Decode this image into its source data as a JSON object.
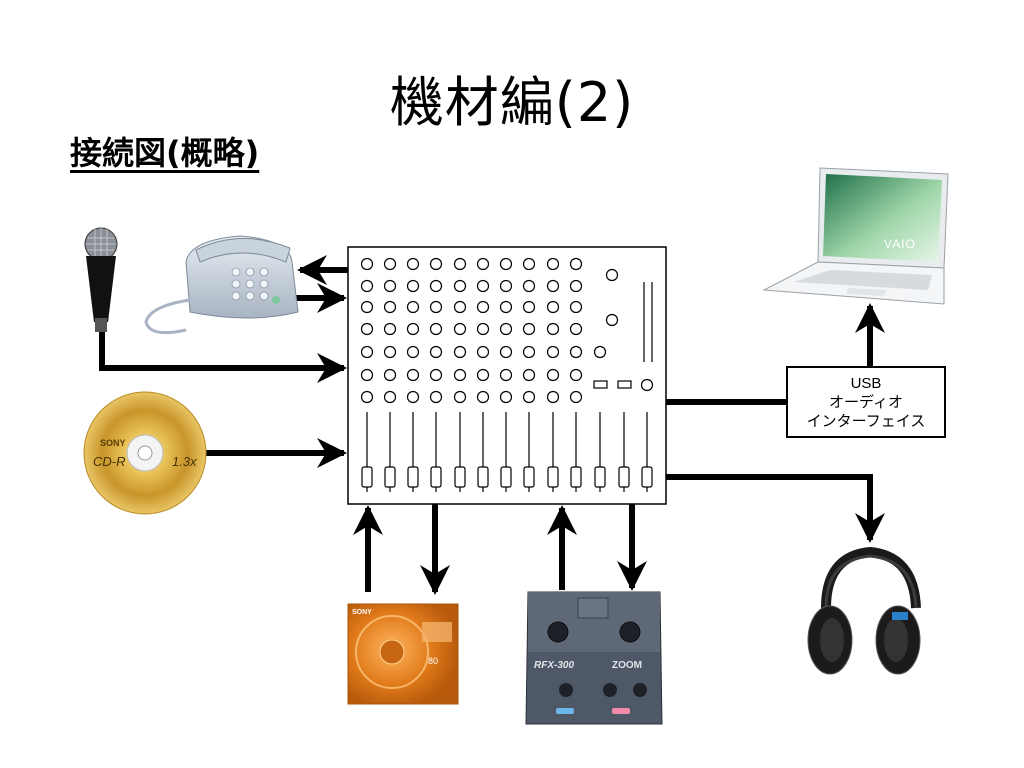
{
  "slide": {
    "title": "機材編(2)",
    "subtitle": "接続図(概略)"
  },
  "devices": {
    "microphone": {
      "icon": "microphone-icon"
    },
    "telephone": {
      "icon": "telephone-icon"
    },
    "cd": {
      "icon": "cd-disc-icon",
      "brand": "SONY",
      "label_left": "CD-R",
      "label_right": "1.3x"
    },
    "laptop": {
      "icon": "laptop-icon",
      "brand": "VAIO"
    },
    "usb_interface": {
      "line1": "USB",
      "line2": "オーディオ",
      "line3": "インターフェイス"
    },
    "minidisc": {
      "icon": "minidisc-icon",
      "brand": "SONY",
      "label": "80"
    },
    "effects": {
      "icon": "effects-unit-icon",
      "model": "RFX-300",
      "brand": "ZOOM"
    },
    "headphones": {
      "icon": "headphones-icon"
    },
    "mixer": {
      "icon": "mixer-icon"
    }
  },
  "colors": {
    "line": "#000000",
    "disc_gold": "#d4a52c",
    "md_orange": "#e07a1a",
    "device_gray": "#5a6270"
  }
}
